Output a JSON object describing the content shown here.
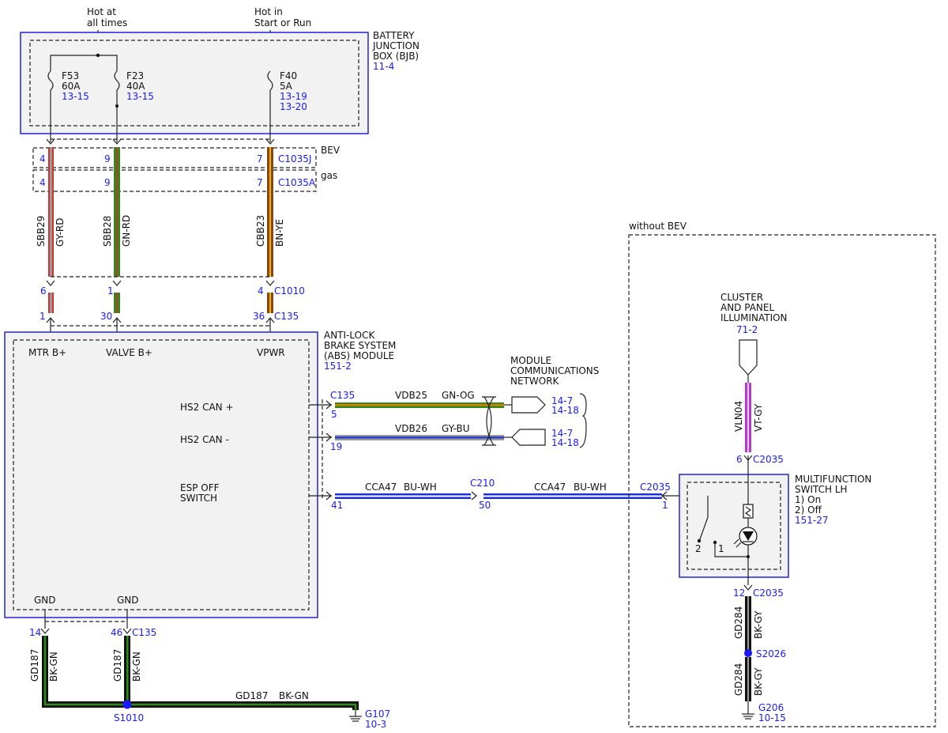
{
  "colors": {
    "ref": "#1a1aff",
    "module_border": "#2222dd",
    "module_fill": "#f2f2f2",
    "gy_rd": [
      "#9a9a9a",
      "#d03030"
    ],
    "gn_rd": [
      "#2e8b1e",
      "#d03030"
    ],
    "bn_ye": [
      "#8b4513",
      "#e6b800"
    ],
    "gn_og": [
      "#2e8b1e",
      "#e07b00"
    ],
    "gy_bu": [
      "#9a9a9a",
      "#2a3fd0"
    ],
    "bu_wh": [
      "#1a2ee0",
      "#ffffff"
    ],
    "vt_gy": [
      "#b43cc8",
      "#d8a0e0"
    ],
    "bk_gn": [
      "#111111",
      "#2e8b1e"
    ],
    "bk_gy": [
      "#111111",
      "#9a9a9a"
    ]
  },
  "supply": {
    "hot_at_all_times": [
      "Hot at",
      "all times"
    ],
    "hot_in_start_run": [
      "Hot in",
      "Start or Run"
    ]
  },
  "bjb": {
    "title": [
      "BATTERY",
      "JUNCTION",
      "BOX (BJB)"
    ],
    "ref": "11-4",
    "fuses": [
      {
        "name": "F53",
        "rating": "60A",
        "refs": [
          "13-15"
        ]
      },
      {
        "name": "F23",
        "rating": "40A",
        "refs": [
          "13-15"
        ]
      },
      {
        "name": "F40",
        "rating": "5A",
        "refs": [
          "13-19",
          "13-20"
        ]
      }
    ]
  },
  "connectors": {
    "bev_label": "BEV",
    "gas_label": "gas",
    "c1035j": {
      "name": "C1035J",
      "pins": [
        "4",
        "9",
        "7"
      ]
    },
    "c1035a": {
      "name": "C1035A",
      "pins": [
        "4",
        "9",
        "7"
      ]
    },
    "c1010": {
      "name": "C1010",
      "pins": [
        "6",
        "1",
        "4"
      ]
    },
    "c135_top": {
      "name": "C135",
      "pins": [
        "1",
        "30",
        "36"
      ]
    }
  },
  "wires_top": [
    {
      "circuit": "SBB29",
      "color": "GY-RD"
    },
    {
      "circuit": "SBB28",
      "color": "GN-RD"
    },
    {
      "circuit": "CBB23",
      "color": "BN-YE"
    }
  ],
  "abs": {
    "title": [
      "ANTI-LOCK",
      "BRAKE SYSTEM",
      "(ABS) MODULE"
    ],
    "ref": "151-2",
    "pins_top": [
      "MTR B+",
      "VALVE B+",
      "VPWR"
    ],
    "hs2_can_plus": "HS2 CAN +",
    "hs2_can_minus": "HS2 CAN -",
    "esp_off": [
      "ESP OFF",
      "SWITCH"
    ],
    "gnd1": "GND",
    "gnd2": "GND"
  },
  "network": {
    "title": [
      "MODULE",
      "COMMUNICATIONS",
      "NETWORK"
    ],
    "c135": "C135",
    "pin_plus": "5",
    "pin_minus": "19",
    "can_plus": {
      "circuit": "VDB25",
      "color": "GN-OG",
      "refs": [
        "14-7",
        "14-18"
      ]
    },
    "can_minus": {
      "circuit": "VDB26",
      "color": "GY-BU",
      "refs": [
        "14-7",
        "14-18"
      ]
    }
  },
  "esp_wire": {
    "pin_abs": "41",
    "c210": "C210",
    "c210_pin": "50",
    "segment1": {
      "circuit": "CCA47",
      "color": "BU-WH"
    },
    "segment2": {
      "circuit": "CCA47",
      "color": "BU-WH"
    },
    "c2035": "C2035",
    "c2035_pin": "1"
  },
  "without_bev": {
    "label": "without BEV",
    "illum": {
      "title": [
        "CLUSTER",
        "AND PANEL",
        "ILLUMINATION"
      ],
      "ref": "71-2"
    },
    "illum_wire": {
      "circuit": "VLN04",
      "color": "VT-GY"
    },
    "c2035_top": {
      "pin": "6",
      "name": "C2035"
    },
    "switch": {
      "title": [
        "MULTIFUNCTION",
        "SWITCH LH",
        "1) On",
        "2) Off"
      ],
      "ref": "151-27",
      "pos2": "2",
      "pos1": "1"
    },
    "c2035_bottom": {
      "pin": "12",
      "name": "C2035"
    },
    "gd284_a": {
      "circuit": "GD284",
      "color": "BK-GY"
    },
    "s2026": "S2026",
    "gd284_b": {
      "circuit": "GD284",
      "color": "BK-GY"
    },
    "g206": {
      "name": "G206",
      "ref": "10-15"
    }
  },
  "ground": {
    "c135_pins": [
      "14",
      "46"
    ],
    "c135": "C135",
    "gd187_a": {
      "circuit": "GD187",
      "color": "BK-GN"
    },
    "gd187_b": {
      "circuit": "GD187",
      "color": "BK-GN"
    },
    "gd187_c": {
      "circuit": "GD187",
      "color": "BK-GN"
    },
    "s1010": "S1010",
    "g107": {
      "name": "G107",
      "ref": "10-3"
    }
  }
}
